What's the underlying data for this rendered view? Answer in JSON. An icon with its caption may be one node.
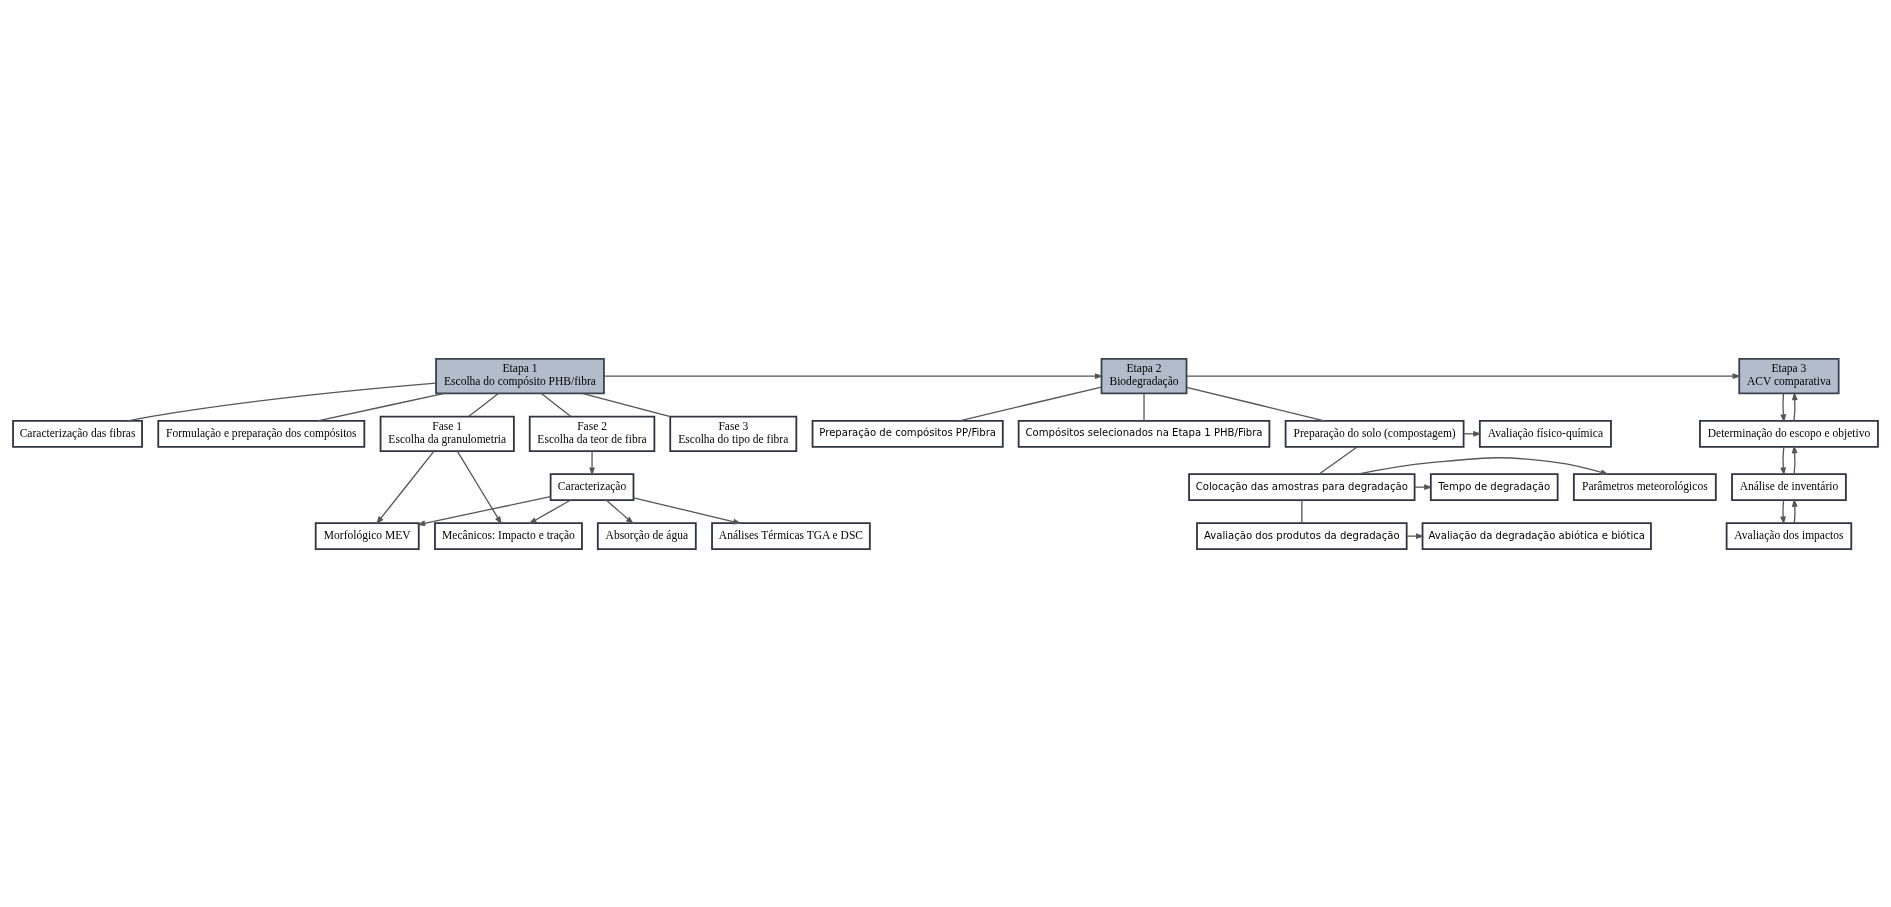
{
  "diagram": {
    "nodes": [
      {
        "text": [
          "Etapa 1",
          "Escolha do compósito PHB/fibra"
        ]
      },
      {
        "text": [
          "Etapa 2",
          "Biodegradação"
        ]
      },
      {
        "text": [
          "Etapa 3",
          "ACV comparativa"
        ]
      },
      {
        "text": [
          "Caracterização das fibras"
        ]
      },
      {
        "text": [
          "Formulação e preparação dos compósitos"
        ]
      },
      {
        "text": [
          "Fase 1",
          "Escolha da granulometria"
        ]
      },
      {
        "text": [
          "Fase 2",
          "Escolha da teor de fibra"
        ]
      },
      {
        "text": [
          "Fase 3",
          "Escolha do tipo de fibra"
        ]
      },
      {
        "text": [
          "Caracterização"
        ]
      },
      {
        "text": [
          "Mecânicos: Impacto e tração"
        ]
      },
      {
        "text": [
          "Morfológico MEV"
        ]
      },
      {
        "text": [
          "Análises Térmicas TGA e DSC"
        ]
      },
      {
        "text": [
          "Absorção de água"
        ]
      },
      {
        "text": [
          "Preparação de compósitos PP/Fibra"
        ]
      },
      {
        "text": [
          "Compósitos selecionados na Etapa 1 PHB/Fibra"
        ]
      },
      {
        "text": [
          "Preparação do solo (compostagem)"
        ]
      },
      {
        "text": [
          "Avaliação físico-química"
        ]
      },
      {
        "text": [
          "Colocação das amostras para degradação"
        ]
      },
      {
        "text": [
          "Parâmetros meteorológicos"
        ]
      },
      {
        "text": [
          "Tempo de degradação"
        ]
      },
      {
        "text": [
          "Avaliação dos produtos da degradação"
        ]
      },
      {
        "text": [
          "Avaliação da degradação abiótica e biótica"
        ]
      },
      {
        "text": [
          "Determinação do escopo e objetivo"
        ]
      },
      {
        "text": [
          "Análise de inventário"
        ]
      },
      {
        "text": [
          "Avaliação dos impactos"
        ]
      }
    ],
    "edges": [
      {
        "from": 0,
        "to": 1,
        "arrow": "to"
      },
      {
        "from": 1,
        "to": 2,
        "arrow": "to"
      },
      {
        "from": 0,
        "to": 3,
        "arrow": "none"
      },
      {
        "from": 0,
        "to": 4,
        "arrow": "none"
      },
      {
        "from": 0,
        "to": 5,
        "arrow": "none"
      },
      {
        "from": 0,
        "to": 6,
        "arrow": "none"
      },
      {
        "from": 0,
        "to": 7,
        "arrow": "none"
      },
      {
        "from": 6,
        "to": 8,
        "arrow": "to"
      },
      {
        "from": 8,
        "to": 9,
        "arrow": "to"
      },
      {
        "from": 8,
        "to": 10,
        "arrow": "to"
      },
      {
        "from": 8,
        "to": 11,
        "arrow": "to"
      },
      {
        "from": 8,
        "to": 12,
        "arrow": "to"
      },
      {
        "from": 5,
        "to": 9,
        "arrow": "to"
      },
      {
        "from": 5,
        "to": 10,
        "arrow": "to"
      },
      {
        "from": 1,
        "to": 13,
        "arrow": "none"
      },
      {
        "from": 1,
        "to": 14,
        "arrow": "none"
      },
      {
        "from": 1,
        "to": 15,
        "arrow": "none"
      },
      {
        "from": 15,
        "to": 16,
        "arrow": "to"
      },
      {
        "from": 15,
        "to": 17,
        "arrow": "none"
      },
      {
        "from": 17,
        "to": 18,
        "arrow": "to"
      },
      {
        "from": 17,
        "to": 19,
        "arrow": "to"
      },
      {
        "from": 17,
        "to": 20,
        "arrow": "none"
      },
      {
        "from": 20,
        "to": 21,
        "arrow": "to"
      },
      {
        "from": 2,
        "to": 22,
        "arrow": "to"
      },
      {
        "from": 22,
        "to": 2,
        "arrow": "to"
      },
      {
        "from": 22,
        "to": 23,
        "arrow": "to"
      },
      {
        "from": 23,
        "to": 22,
        "arrow": "to"
      },
      {
        "from": 23,
        "to": 24,
        "arrow": "to"
      },
      {
        "from": 24,
        "to": 23,
        "arrow": "to"
      }
    ]
  }
}
